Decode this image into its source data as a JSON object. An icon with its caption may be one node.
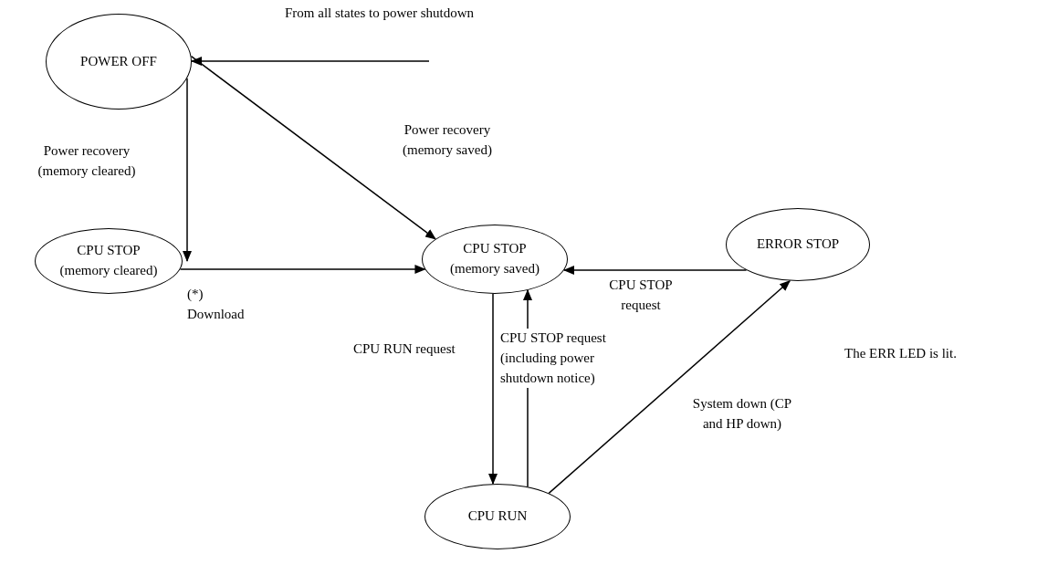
{
  "diagram": {
    "nodes": [
      {
        "text": [
          "POWER OFF"
        ]
      },
      {
        "text": [
          "CPU STOP (memory cleared)"
        ]
      },
      {
        "text": [
          "CPU STOP (memory saved)"
        ]
      },
      {
        "text": [
          "ERROR STOP"
        ]
      },
      {
        "text": [
          "CPU RUN"
        ]
      }
    ],
    "edges": [
      {
        "from": null,
        "to": 0,
        "arrow": "to",
        "label": "From all states to power shutdown"
      },
      {
        "from": 0,
        "to": 1,
        "arrow": "to",
        "label": "Power recovery (memory cleared)"
      },
      {
        "from": 0,
        "to": 2,
        "arrow": "to",
        "label": "Power recovery (memory saved)"
      },
      {
        "from": 1,
        "to": 2,
        "arrow": "to",
        "label": "(*) Download"
      },
      {
        "from": 3,
        "to": 2,
        "arrow": "to",
        "label": "CPU STOP request"
      },
      {
        "from": 2,
        "to": 4,
        "arrow": "to",
        "label": "CPU RUN request"
      },
      {
        "from": 4,
        "to": 2,
        "arrow": "to",
        "label": "CPU STOP request (including power shutdown notice)"
      },
      {
        "from": 4,
        "to": 3,
        "arrow": "to",
        "label": "System down (CP and HP down)"
      }
    ],
    "labels": [
      "The ERR LED is lit."
    ]
  }
}
